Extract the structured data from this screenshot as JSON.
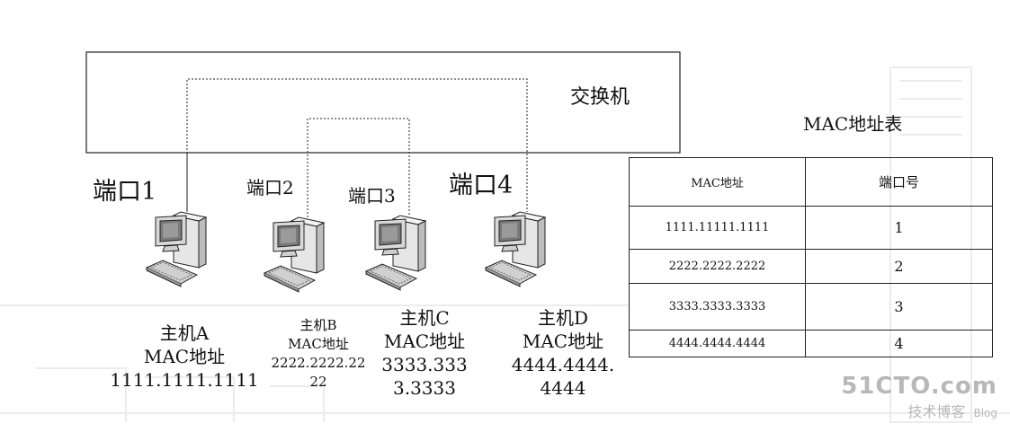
{
  "switch": {
    "label": "交换机"
  },
  "ports": [
    {
      "label": "端口1"
    },
    {
      "label": "端口2"
    },
    {
      "label": "端口3"
    },
    {
      "label": "端口4"
    }
  ],
  "hosts": [
    {
      "lines": [
        "主机A",
        "MAC地址",
        "1111.1111.1111"
      ]
    },
    {
      "lines": [
        "主机B",
        "MAC地址",
        "2222.2222.22",
        "22"
      ]
    },
    {
      "lines": [
        "主机C",
        "MAC地址",
        "3333.333",
        "3.3333"
      ]
    },
    {
      "lines": [
        "主机D",
        "MAC地址",
        "4444.4444.",
        "4444"
      ]
    }
  ],
  "mac_table": {
    "title": "MAC地址表",
    "headers": [
      "MAC地址",
      "端口号"
    ],
    "rows": [
      [
        "1111.11111.1111",
        "1"
      ],
      [
        "2222.2222.2222",
        "2"
      ],
      [
        "3333.3333.3333",
        "3"
      ],
      [
        "4444.4444.4444",
        "4"
      ]
    ]
  },
  "watermark": {
    "brand": "51CTO.com",
    "sub": "技术博客",
    "blog": "Blog"
  }
}
